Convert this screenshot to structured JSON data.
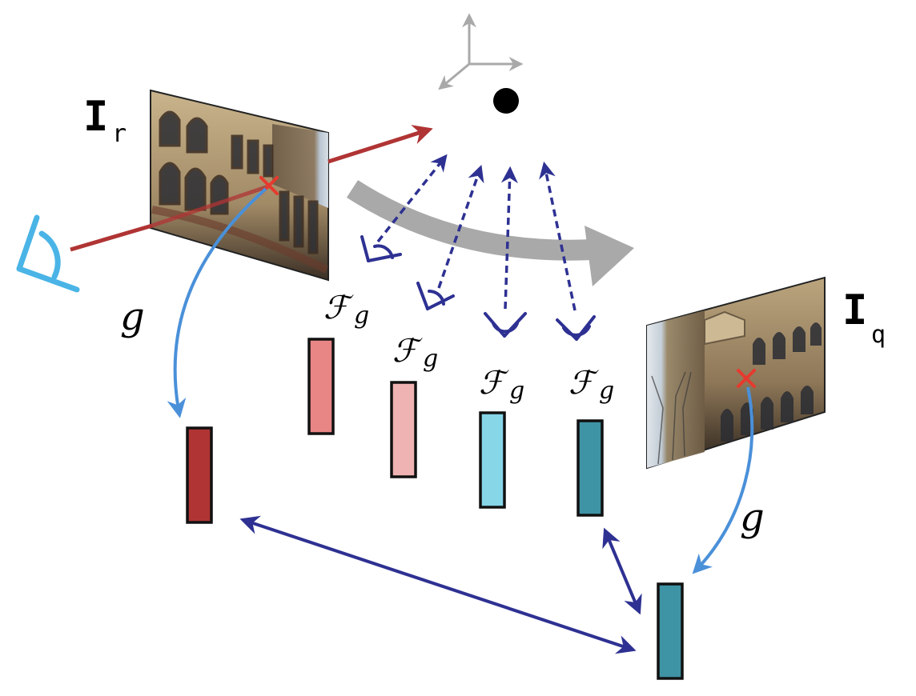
{
  "labels": {
    "ref_image": "I",
    "ref_sub": "r",
    "query_image": "I",
    "query_sub": "q",
    "g_left": "g",
    "g_right": "g",
    "fg": [
      {
        "main": "ℱ",
        "sub": "g"
      },
      {
        "main": "ℱ",
        "sub": "g"
      },
      {
        "main": "ℱ",
        "sub": "g"
      },
      {
        "main": "ℱ",
        "sub": "g"
      }
    ]
  },
  "colors": {
    "dark_red": "#b03434",
    "light_red": "#e88585",
    "pink": "#efb3b3",
    "light_cyan": "#86d6e8",
    "teal": "#3e93a4",
    "navy": "#2e3192",
    "gray": "#a9a9a9",
    "mid_blue": "#4a90d9",
    "sky_blue": "#4ab4e6",
    "cross_red": "#e63a2e"
  },
  "icons": {
    "axes": "3d-axes-icon",
    "point": "3d-point-icon",
    "eye": "camera-eye-icon",
    "cross": "keypoint-cross-icon"
  }
}
